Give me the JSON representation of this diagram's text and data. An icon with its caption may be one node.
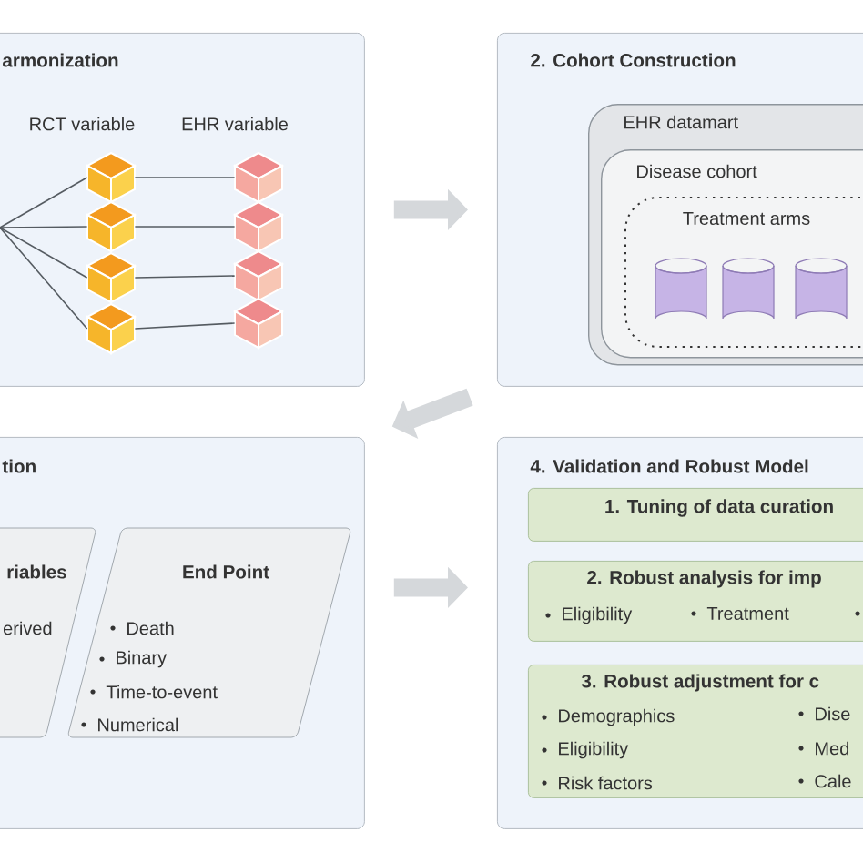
{
  "diagram": {
    "nodes": [
      {
        "text": [
          "armonization"
        ]
      },
      {
        "text": [],
        "shape": "cube",
        "in": 0
      },
      {
        "text": [],
        "shape": "cube",
        "in": 0
      },
      {
        "text": [],
        "shape": "cube",
        "in": 0
      },
      {
        "text": [],
        "shape": "cube",
        "in": 0
      },
      {
        "text": [],
        "shape": "cube",
        "in": 0
      },
      {
        "text": [],
        "shape": "cube",
        "in": 0
      },
      {
        "text": [],
        "shape": "cube",
        "in": 0
      },
      {
        "text": [],
        "shape": "cube",
        "in": 0
      },
      {
        "text": [
          "2. Cohort Construction"
        ]
      },
      {
        "text": [
          "EHR datamart"
        ],
        "in": 9
      },
      {
        "text": [
          "Disease cohort"
        ],
        "in": 10
      },
      {
        "text": [
          "Treatment arms"
        ],
        "in": 11
      },
      {
        "text": [],
        "shape": "cylinder",
        "in": 12
      },
      {
        "text": [],
        "shape": "cylinder",
        "in": 12
      },
      {
        "text": [],
        "shape": "cylinder",
        "in": 12
      },
      {
        "text": [
          "tion"
        ]
      },
      {
        "text": [
          "riables",
          "erived"
        ],
        "in": 16
      },
      {
        "text": [
          "End Point",
          "Death",
          "Binary",
          "Time-to-event",
          "Numerical"
        ],
        "in": 16
      },
      {
        "text": [
          "4. Validation and Robust Model"
        ]
      },
      {
        "text": [
          "1. Tuning of data curation"
        ],
        "in": 19
      },
      {
        "text": [
          "2. Robust analysis for imp",
          "Eligibility",
          "Treatment"
        ],
        "in": 19
      },
      {
        "text": [
          "3. Robust adjustment for c",
          "Demographics",
          "Eligibility",
          "Risk factors",
          "Dise",
          "Med",
          "Cale"
        ],
        "in": 19
      }
    ],
    "edges": [
      {
        "from": null,
        "to": 1,
        "arrow": "none"
      },
      {
        "from": null,
        "to": 2,
        "arrow": "none"
      },
      {
        "from": null,
        "to": 3,
        "arrow": "none"
      },
      {
        "from": null,
        "to": 4,
        "arrow": "none"
      },
      {
        "from": 1,
        "to": 5,
        "arrow": "none"
      },
      {
        "from": 2,
        "to": 6,
        "arrow": "none"
      },
      {
        "from": 3,
        "to": 7,
        "arrow": "none"
      },
      {
        "from": 4,
        "to": 8,
        "arrow": "none"
      },
      {
        "from": 0,
        "to": 9,
        "arrow": "to",
        "style": "thick",
        "color": "#d5d8db"
      },
      {
        "from": 9,
        "to": 16,
        "arrow": "to",
        "style": "thick",
        "color": "#d5d8db"
      },
      {
        "from": 16,
        "to": 19,
        "arrow": "to",
        "style": "thick",
        "color": "#d5d8db"
      }
    ],
    "labels": [
      "RCT variable",
      "EHR variable"
    ]
  }
}
